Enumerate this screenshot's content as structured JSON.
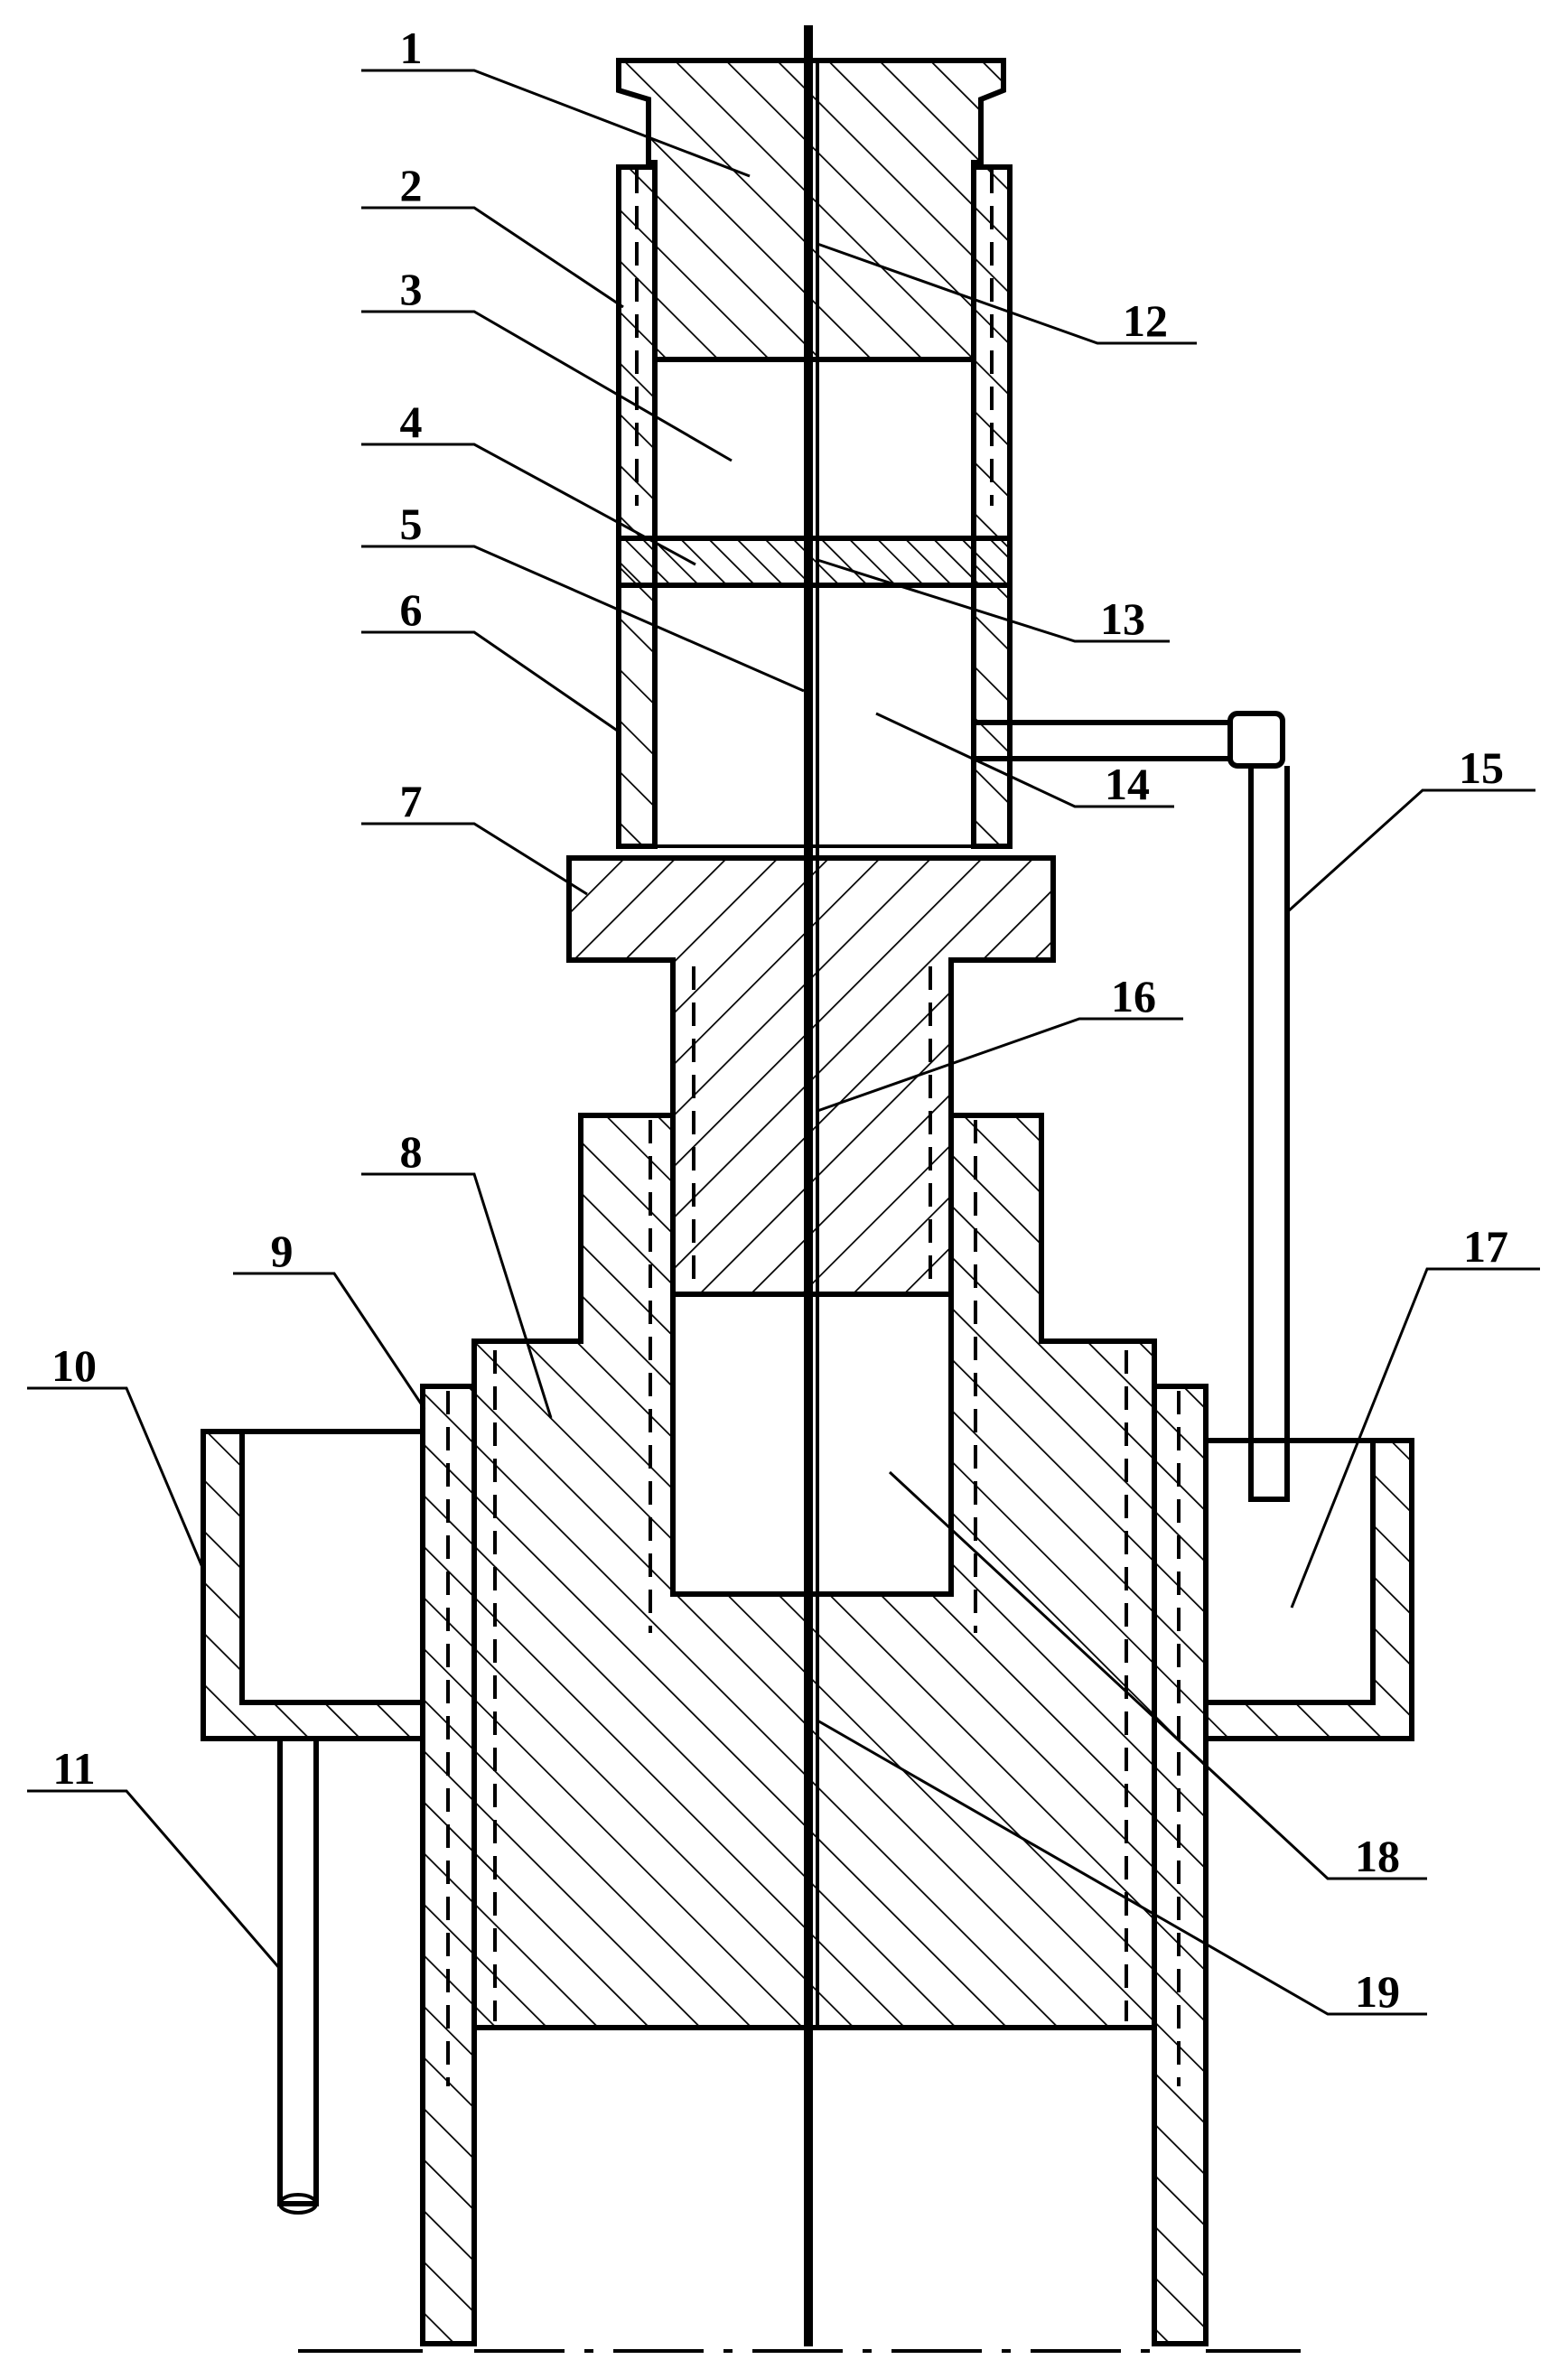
{
  "figure": {
    "callouts": [
      {
        "id": "1",
        "text": "1"
      },
      {
        "id": "2",
        "text": "2"
      },
      {
        "id": "3",
        "text": "3"
      },
      {
        "id": "4",
        "text": "4"
      },
      {
        "id": "5",
        "text": "5"
      },
      {
        "id": "6",
        "text": "6"
      },
      {
        "id": "7",
        "text": "7"
      },
      {
        "id": "8",
        "text": "8"
      },
      {
        "id": "9",
        "text": "9"
      },
      {
        "id": "10",
        "text": "10"
      },
      {
        "id": "11",
        "text": "11"
      },
      {
        "id": "12",
        "text": "12"
      },
      {
        "id": "13",
        "text": "13"
      },
      {
        "id": "14",
        "text": "14"
      },
      {
        "id": "15",
        "text": "15"
      },
      {
        "id": "16",
        "text": "16"
      },
      {
        "id": "17",
        "text": "17"
      },
      {
        "id": "18",
        "text": "18"
      },
      {
        "id": "19",
        "text": "19"
      }
    ],
    "colors": {
      "ink": "#000000",
      "paper": "#ffffff"
    }
  }
}
